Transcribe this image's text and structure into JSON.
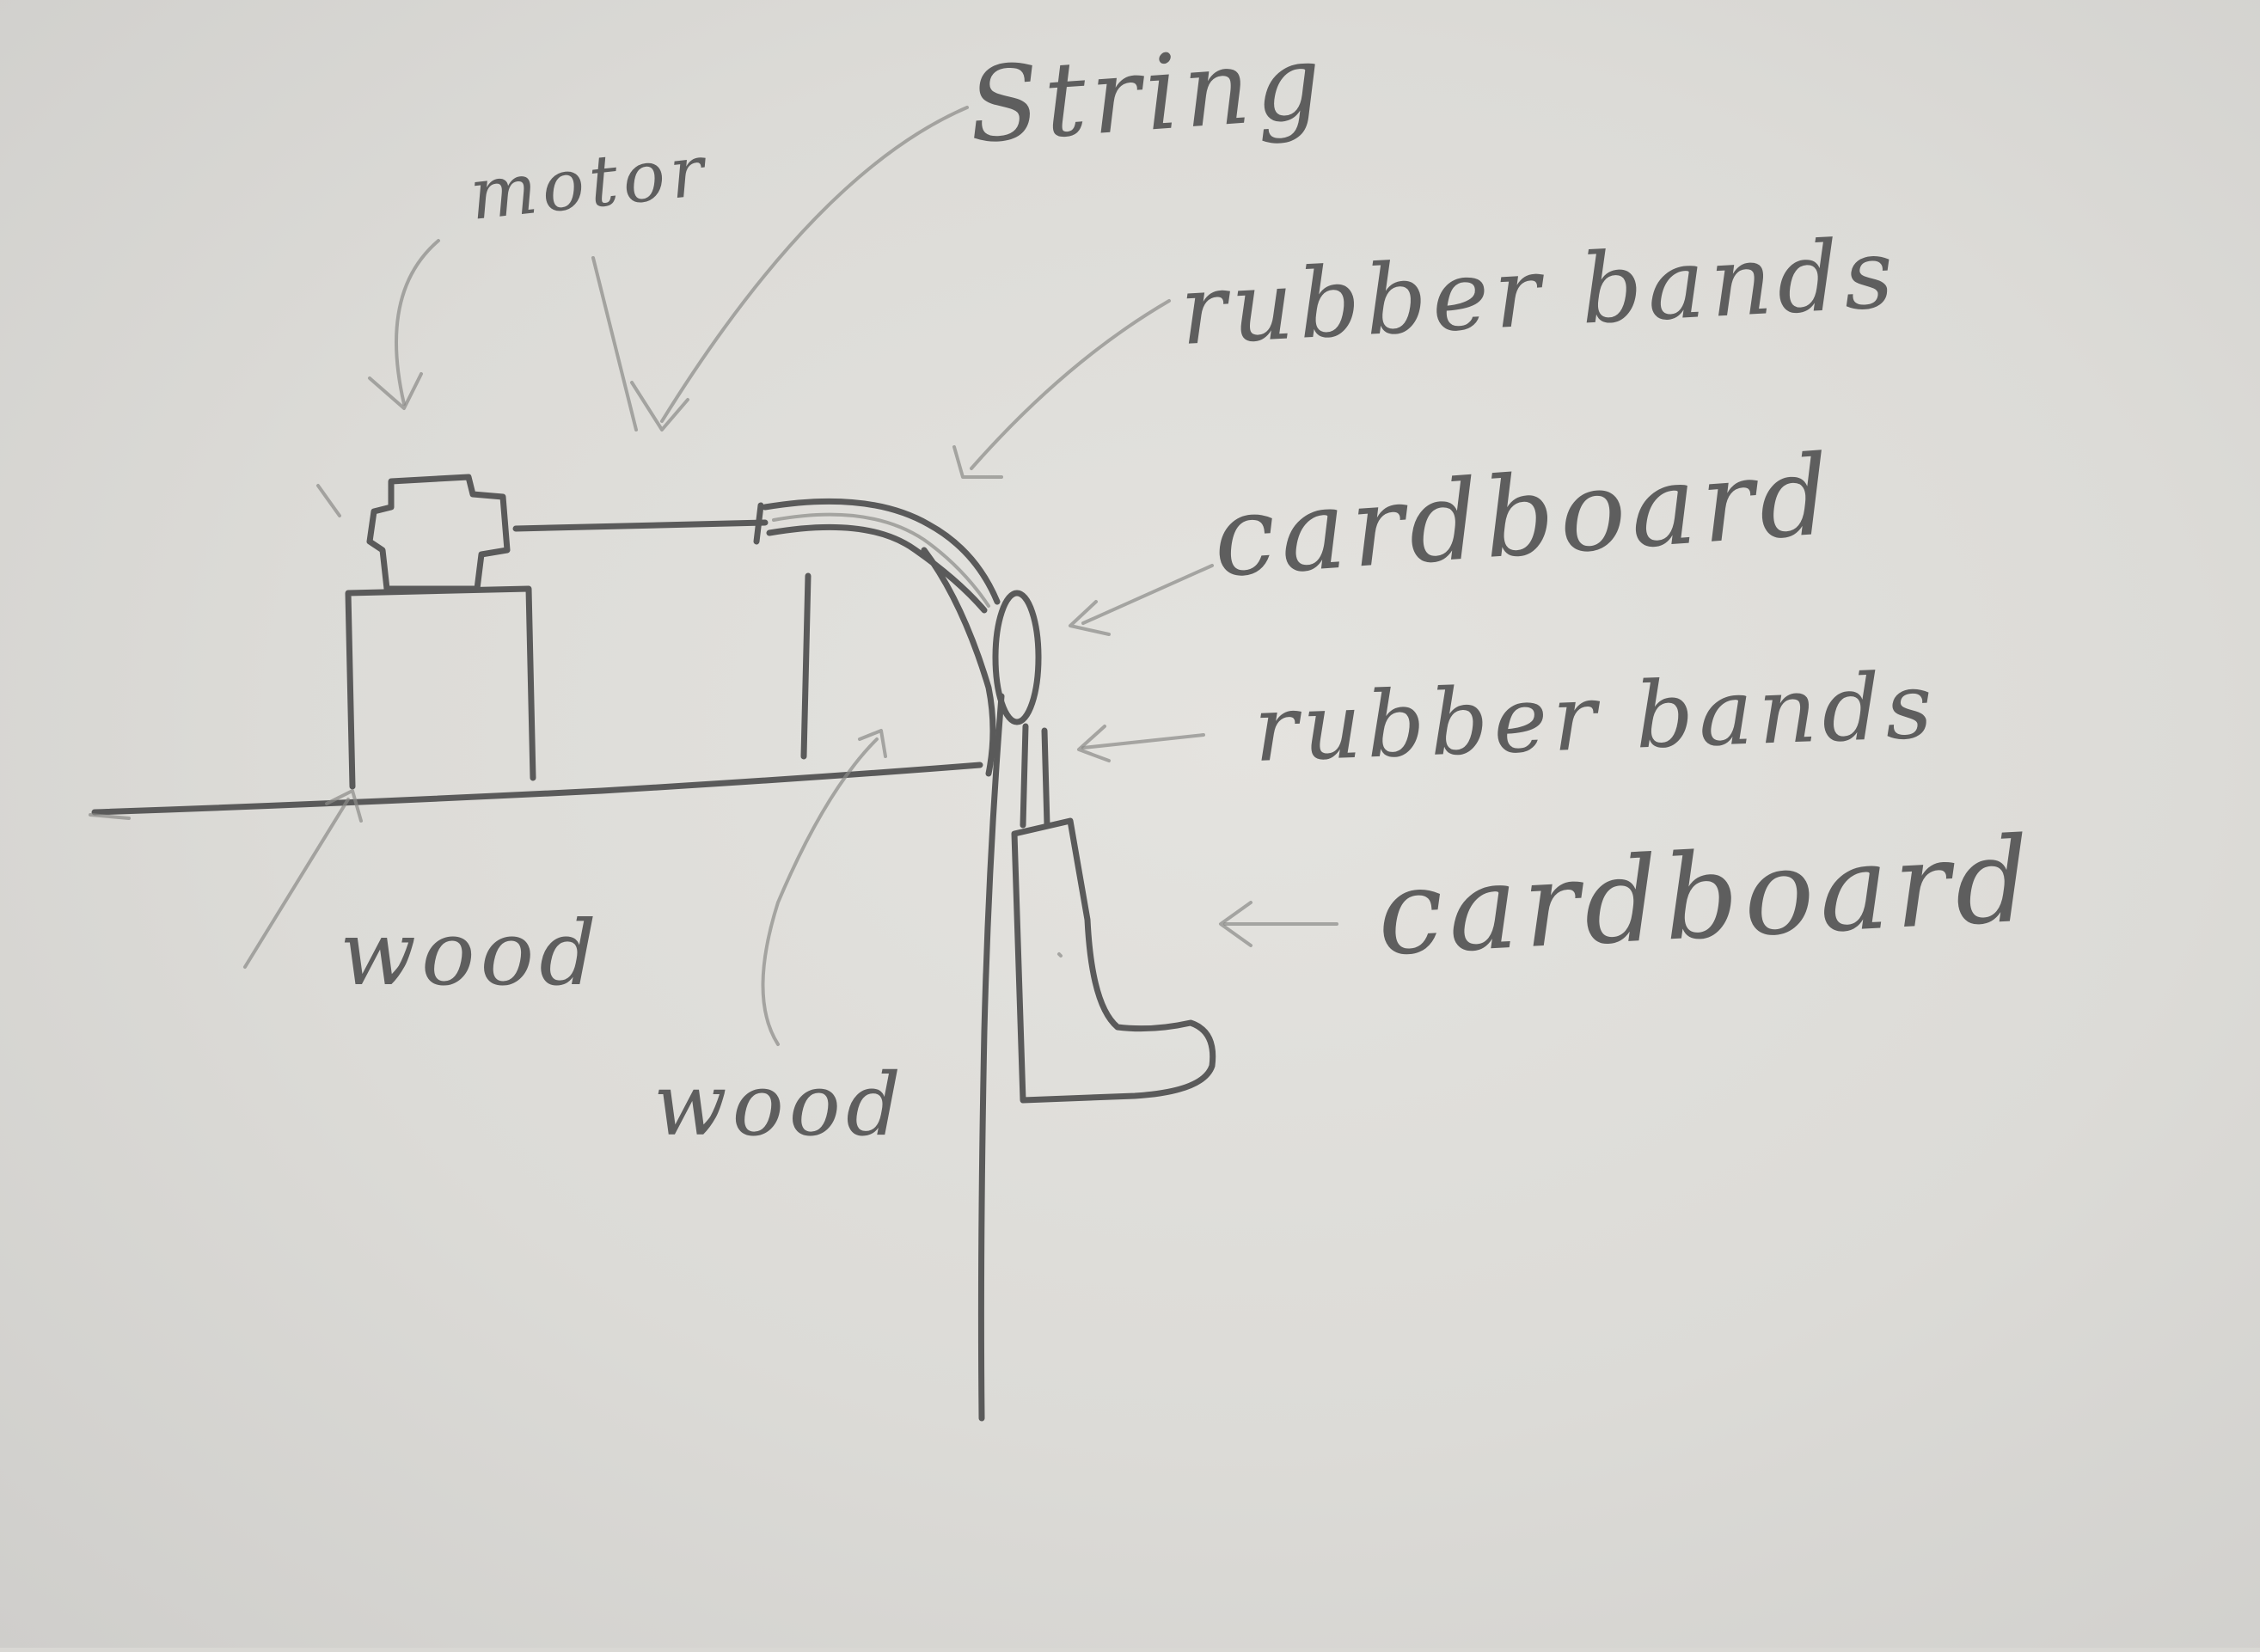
{
  "labels": {
    "motor": "motor",
    "string": "String",
    "rubber_bands_top": "rubber bands",
    "cardboard_top": "cardboard",
    "rubber_bands_bottom": "rubber bands",
    "cardboard_bottom": "cardboard",
    "wood_left": "wood",
    "wood_center": "wood"
  },
  "colors": {
    "pencil": "#5a5a5a",
    "paper": "#dcdbd7"
  }
}
